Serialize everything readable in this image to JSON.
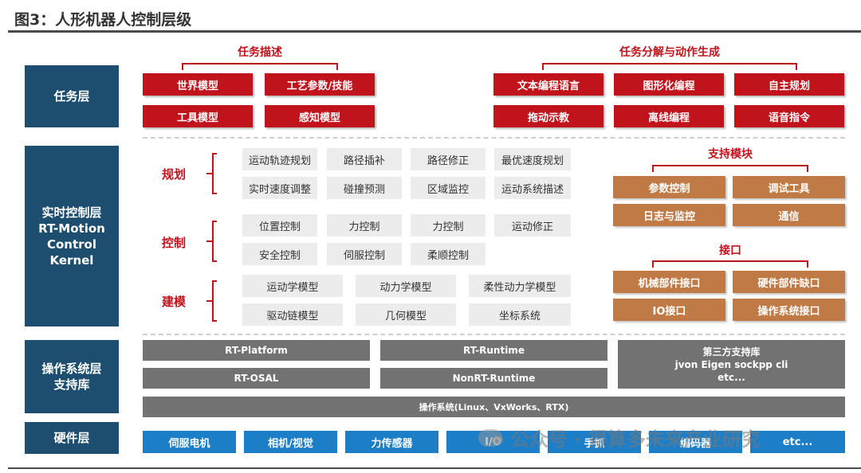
{
  "title": "图3：人形机器人控制层级",
  "layers": {
    "task": "任务层",
    "rt": "实时控制层\nRT-Motion\nControl\nKernel",
    "os": "操作系统层\n支持库",
    "hw": "硬件层"
  },
  "task_layer": {
    "group1_title": "任务描述",
    "group1_items": [
      "世界模型",
      "工艺参数/技能",
      "工具模型",
      "感知模型"
    ],
    "group2_title": "任务分解与动作生成",
    "group2_items": [
      "文本编程语言",
      "图形化编程",
      "自主规划",
      "拖动示教",
      "离线编程",
      "语音指令"
    ]
  },
  "rt_layer": {
    "planning": {
      "label": "规划",
      "items": [
        "运动轨迹规划",
        "路径插补",
        "路径修正",
        "最优速度规划",
        "实时速度调整",
        "碰撞预测",
        "区域监控",
        "运动系统描述"
      ]
    },
    "control": {
      "label": "控制",
      "items": [
        "位置控制",
        "力控制",
        "力控制",
        "运动修正",
        "安全控制",
        "伺服控制",
        "柔顺控制"
      ]
    },
    "modeling": {
      "label": "建模",
      "items": [
        "运动学模型",
        "动力学模型",
        "柔性动力学模型",
        "驱动链模型",
        "几何模型",
        "坐标系统"
      ]
    },
    "support": {
      "title": "支持模块",
      "items": [
        "参数控制",
        "调试工具",
        "日志与监控",
        "通信"
      ]
    },
    "interface": {
      "title": "接口",
      "items": [
        "机械部件接口",
        "硬件部件缺口",
        "IO接口",
        "操作系统接口"
      ]
    }
  },
  "os_layer": {
    "items": [
      "RT-Platform",
      "RT-Runtime",
      "RT-OSAL",
      "NonRT-Runtime"
    ],
    "third_party": [
      "第三方支持库",
      "jvon Eigen sockpp cli",
      "etc..."
    ],
    "os_bar": "操作系统(Linux、VxWorks、RTX)"
  },
  "hw_layer": {
    "items": [
      "伺服电机",
      "相机/视觉",
      "力传感器",
      "I/O",
      "手抓",
      "编码器",
      "etc..."
    ]
  },
  "watermark": "公众号 · 得算多未来产业研究",
  "colors": {
    "layer_blue": "#1d4e6f",
    "red": "#c0131b",
    "orange": "#c07a45",
    "dark_gray": "#727272",
    "light_gray": "#ececec",
    "hw_blue": "#1d7ec8"
  }
}
